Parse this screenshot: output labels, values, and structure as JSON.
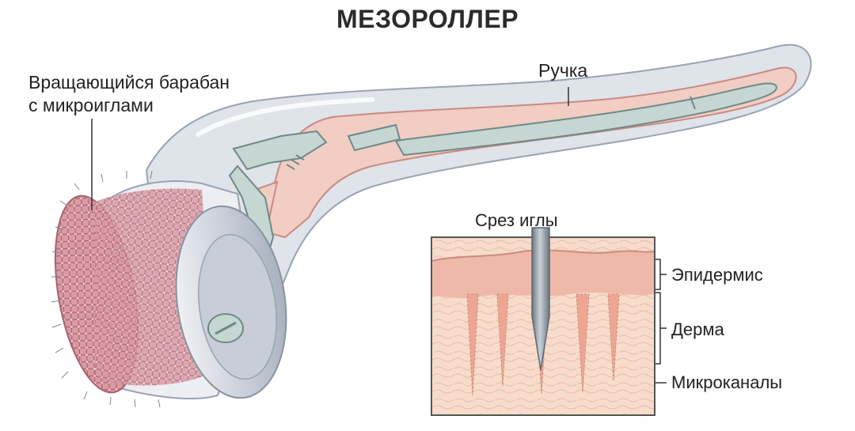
{
  "title": "МЕЗОРОЛЛЕР",
  "labels": {
    "drum_line1": "Вращающийся барабан",
    "drum_line2": "с микроиглами",
    "handle": "Ручка",
    "needle_cut": "Срез иглы",
    "epidermis": "Эпидермис",
    "dermis": "Дерма",
    "microchannels": "Микроканалы"
  },
  "colors": {
    "plastic": "#dfe3ea",
    "plastic_edge": "#9aa3b2",
    "pink_casing": "#f1cdc4",
    "pink_edge": "#c98b82",
    "metal_green": "#c6d6d2",
    "metal_edge": "#6f8a86",
    "drum_pink": "#d99aa4",
    "needle_steel": "#8e99a3",
    "skin_epidermis": "#efb9aa",
    "skin_dermis": "#f7dccb"
  }
}
